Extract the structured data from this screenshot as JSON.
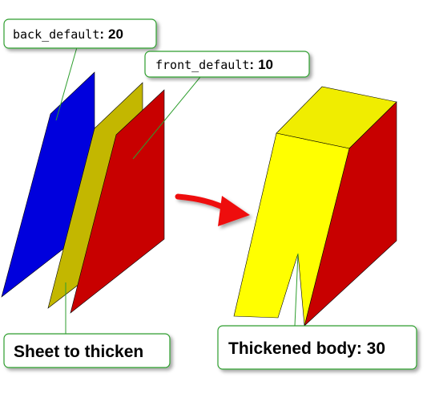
{
  "callouts": {
    "back": {
      "key": "back_default",
      "sep": ":",
      "value": "20"
    },
    "front": {
      "key": "front_default",
      "sep": ":",
      "value": "10"
    },
    "sheet": {
      "label": "Sheet to thicken"
    },
    "body": {
      "label": "Thickened body: 30"
    }
  },
  "colors": {
    "blue_sheet": "#0000dd",
    "olive_sheet": "#c3b700",
    "red_sheet": "#c80000",
    "yellow_face": "#ffff00",
    "yellow_top": "#f0ed00",
    "red_side": "#c80000",
    "arrow": "#ee1111",
    "callout_border": "#2e9e2e"
  },
  "icons": {
    "arrow": "right-arrow"
  }
}
